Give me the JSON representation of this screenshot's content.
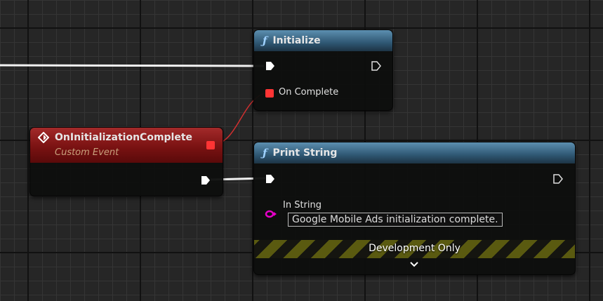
{
  "nodes": {
    "initialize": {
      "title": "Initialize",
      "icon": "function-icon",
      "pins": {
        "on_complete": "On Complete"
      }
    },
    "event": {
      "title": "OnInitializationComplete",
      "subtitle": "Custom Event",
      "icon": "event-diamond-icon"
    },
    "print_string": {
      "title": "Print String",
      "icon": "function-icon",
      "in_string_label": "In String",
      "in_string_value": "Google Mobile Ads initialization complete.",
      "banner": "Development Only"
    }
  },
  "colors": {
    "exec_wire": "#ffffff",
    "delegate": "#ff3434",
    "string_pin": "#e600c8",
    "function_header": "#2f5773",
    "event_header": "#7a1212"
  }
}
